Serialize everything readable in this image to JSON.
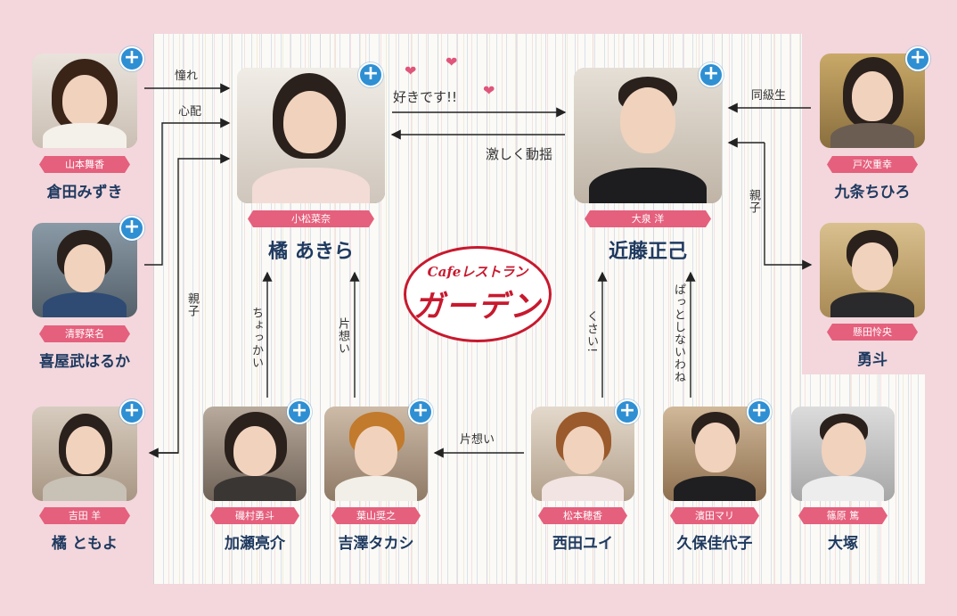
{
  "logo": {
    "cafe": "Cafeレストラン",
    "name": "ガーデン"
  },
  "characters": [
    {
      "id": "mizuki",
      "actor": "山本舞香",
      "role": "倉田みずき"
    },
    {
      "id": "haruka",
      "actor": "清野菜名",
      "role": "喜屋武はるか"
    },
    {
      "id": "tomoyo",
      "actor": "吉田 羊",
      "role": "橘 ともよ"
    },
    {
      "id": "akira",
      "actor": "小松菜奈",
      "role": "橘 あきら"
    },
    {
      "id": "kondo",
      "actor": "大泉 洋",
      "role": "近藤正己"
    },
    {
      "id": "chihiro",
      "actor": "戸次重幸",
      "role": "九条ちひろ"
    },
    {
      "id": "yuto",
      "actor": "懸田怜央",
      "role": "勇斗"
    },
    {
      "id": "kase",
      "actor": "磯村勇斗",
      "role": "加瀬亮介"
    },
    {
      "id": "yoshizawa",
      "actor": "葉山奨之",
      "role": "吉澤タカシ"
    },
    {
      "id": "nishida",
      "actor": "松本穂香",
      "role": "西田ユイ"
    },
    {
      "id": "kubo",
      "actor": "濱田マリ",
      "role": "久保佳代子"
    },
    {
      "id": "otsuka",
      "actor": "篠原 篤",
      "role": "大塚"
    }
  ],
  "relations": {
    "akogare": "憧れ",
    "shinpai": "心配",
    "oyako_left": "親子",
    "suki": "好きです!!",
    "doyo": "激しく動揺",
    "dokyusei": "同級生",
    "oyako_right": "親子",
    "choukkai": "ちょっかい",
    "kataomoi_akira": "片想い",
    "kataomoi_yoshizawa": "片想い",
    "kusai": "くさい!",
    "pattoshinai": "ぱっとしないわね"
  },
  "colors": {
    "accent": "#2f8fd3",
    "badge": "#e5607d",
    "role_text": "#1f3a60",
    "logo": "#c8192e"
  }
}
